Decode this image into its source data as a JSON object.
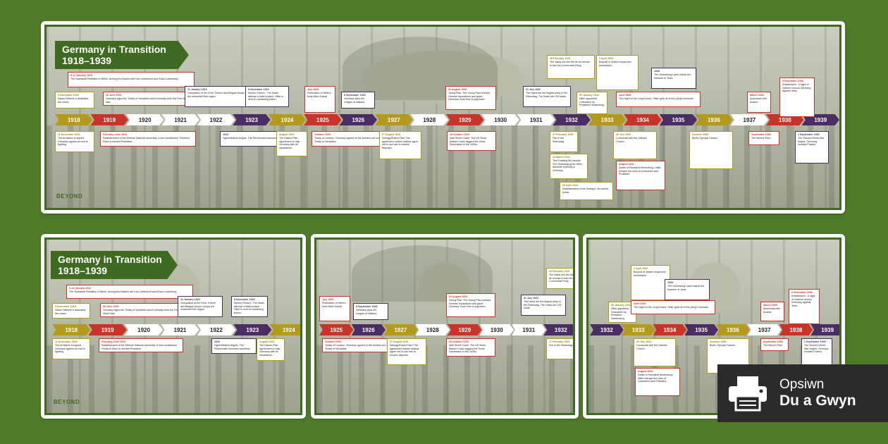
{
  "title": {
    "line1": "Germany in Transition",
    "line2": "1918–1939"
  },
  "logo_text": "BEYOND",
  "years": [
    {
      "label": "1918",
      "color": "gold"
    },
    {
      "label": "1919",
      "color": "red"
    },
    {
      "label": "1920",
      "color": "white"
    },
    {
      "label": "1921",
      "color": "white"
    },
    {
      "label": "1922",
      "color": "white"
    },
    {
      "label": "1923",
      "color": "purple"
    },
    {
      "label": "1924",
      "color": "gold"
    },
    {
      "label": "1925",
      "color": "red"
    },
    {
      "label": "1926",
      "color": "purple"
    },
    {
      "label": "1927",
      "color": "gold"
    },
    {
      "label": "1928",
      "color": "white"
    },
    {
      "label": "1929",
      "color": "red"
    },
    {
      "label": "1930",
      "color": "white"
    },
    {
      "label": "1931",
      "color": "white"
    },
    {
      "label": "1932",
      "color": "purple"
    },
    {
      "label": "1933",
      "color": "gold"
    },
    {
      "label": "1934",
      "color": "red"
    },
    {
      "label": "1935",
      "color": "purple"
    },
    {
      "label": "1936",
      "color": "gold"
    },
    {
      "label": "1937",
      "color": "white"
    },
    {
      "label": "1938",
      "color": "red"
    },
    {
      "label": "1939",
      "color": "purple"
    }
  ],
  "events": [
    {
      "date": "9 November 1918",
      "text": "Kaiser Wilhelm II abdicates the crown.",
      "color": "gold"
    },
    {
      "date": "11 November 1918",
      "text": "The Armistice is signed. Germany agrees an end to fighting.",
      "color": "gold"
    },
    {
      "date": "5-12 January 1919",
      "text": "The Spartacist Rebellion in Berlin. Among the leaders are Karl Liebknecht and Rosa Luxemburg.",
      "color": "red"
    },
    {
      "date": "28 June 1919",
      "text": "Germany signs the Treaty of Versailles which formally ends the First World War.",
      "color": "red"
    },
    {
      "date": "February-June 1919",
      "text": "Establishment of the Weimar National Assembly. A new constitution. Friedrich Ebert is elected President.",
      "color": "red"
    },
    {
      "date": "11 January 1923",
      "text": "Occupation of the Ruhr. French and Belgian troops occupy the industrial Ruhr region.",
      "color": "purple"
    },
    {
      "date": "1923",
      "text": "Hyperinflation begins. The Reichsmark becomes worthless.",
      "color": "purple"
    },
    {
      "date": "8 November 1923",
      "text": "Munich Putsch - The Nazis attempt a failed putsch. Hitler is sent to Landsberg prison.",
      "color": "purple"
    },
    {
      "date": "August 1924",
      "text": "The Dawes Plan. Agreement to help Germany with its reparations.",
      "color": "gold"
    },
    {
      "date": "July 1925",
      "text": "Publication of Hitler's book Mein Kampf.",
      "color": "red"
    },
    {
      "date": "October 1925",
      "text": "Treaty of Locarno. Germany agrees to the borders set out in the Treaty of Versailles.",
      "color": "red"
    },
    {
      "date": "8 September 1926",
      "text": "Germany joins the League of Nations.",
      "color": "purple"
    },
    {
      "date": "27 August 1928",
      "text": "Kellogg-Briand Pact. The agreement makes nations agree not to use war to resolve disputes.",
      "color": "gold"
    },
    {
      "date": "31 August 1929",
      "text": "Young Plan. The Young Plan reduces German reparations and gives Germany more time to pay them.",
      "color": "red"
    },
    {
      "date": "29 October 1929",
      "text": "Wall Street Crash. The US Stock Market Crash triggers the Great Depression in the 1930s.",
      "color": "red"
    },
    {
      "date": "31 July 1932",
      "text": "The Nazis are the largest party in the Reichstag. The Nazis win 230 seats.",
      "color": "purple"
    },
    {
      "date": "28 February 1933",
      "text": "The Nazis use the fire as an excuse to ban the Communist Party.",
      "color": "gold"
    },
    {
      "date": "30 January 1933",
      "text": "Hitler appointed Chancellor by President Hindenburg.",
      "color": "gold"
    },
    {
      "date": "27 February 1933",
      "text": "Fire in the Reichstag.",
      "color": "gold"
    },
    {
      "date": "23 March 1933",
      "text": "The Enabling Act passes. The Reichstag gives Hitler absolute authority in Germany.",
      "color": "gold"
    },
    {
      "date": "26 April 1933",
      "text": "Establishment of the Gestapo, the secret police.",
      "color": "gold"
    },
    {
      "date": "1 April 1933",
      "text": "Boycott of Jewish shops and businesses.",
      "color": "gold"
    },
    {
      "date": "June 1934",
      "text": "The Night of the Long Knives. Hitler gets rid of the party's enemies.",
      "color": "red"
    },
    {
      "date": "20 July 1933",
      "text": "Concordat with the Catholic Church.",
      "color": "gold"
    },
    {
      "date": "August 1934",
      "text": "Death of President Hindenburg. Hitler merges the roles of Chancellor and President.",
      "color": "red"
    },
    {
      "date": "1935",
      "text": "The Nuremberg Laws restrict the freedom of Jews.",
      "color": "purple"
    },
    {
      "date": "Summer 1936",
      "text": "Berlin Olympic Games.",
      "color": "gold"
    },
    {
      "date": "March 1938",
      "text": "Anschluss with Austria.",
      "color": "red"
    },
    {
      "date": "September 1938",
      "text": "The Munich Pact.",
      "color": "red"
    },
    {
      "date": "9 November 1938",
      "text": "Kristallnacht - a night of violence across Germany against Jews.",
      "color": "red"
    },
    {
      "date": "1 September 1939",
      "text": "The Second World War begins. Germany invades Poland.",
      "color": "purple"
    }
  ],
  "print_option": {
    "line1": "Opsiwn",
    "line2": "Du a Gwyn"
  },
  "colors": {
    "background": "#4f7a2a",
    "banner": "#3f6a21",
    "gold": "#b39a1c",
    "red": "#c8342a",
    "purple": "#4a2e63"
  }
}
